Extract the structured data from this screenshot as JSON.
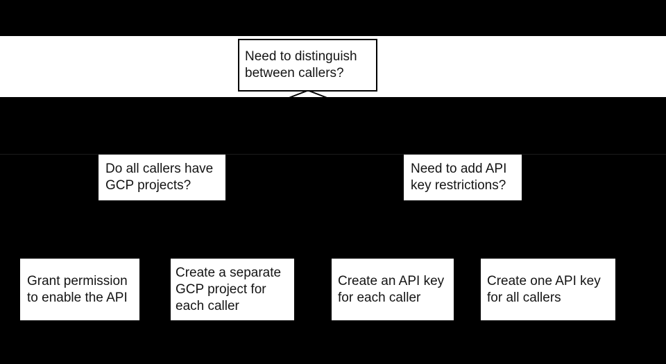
{
  "colors": {
    "background": "#000000",
    "band": "#ffffff",
    "node_fill": "#ffffff",
    "node_border": "#000000",
    "text": "#141414",
    "seam": "#1c1c1c"
  },
  "flowchart": {
    "root_question": "Need to distinguish\nbetween callers?",
    "branch_questions": [
      {
        "label": "Do all callers have\nGCP projects?"
      },
      {
        "label": "Need to add API\nkey restrictions?"
      }
    ],
    "outcomes": [
      {
        "label": "Grant permission\nto enable the API"
      },
      {
        "label": "Create a separate\nGCP project for\neach caller"
      },
      {
        "label": "Create an API key\nfor each caller"
      },
      {
        "label": "Create one API key\nfor all callers"
      }
    ]
  }
}
